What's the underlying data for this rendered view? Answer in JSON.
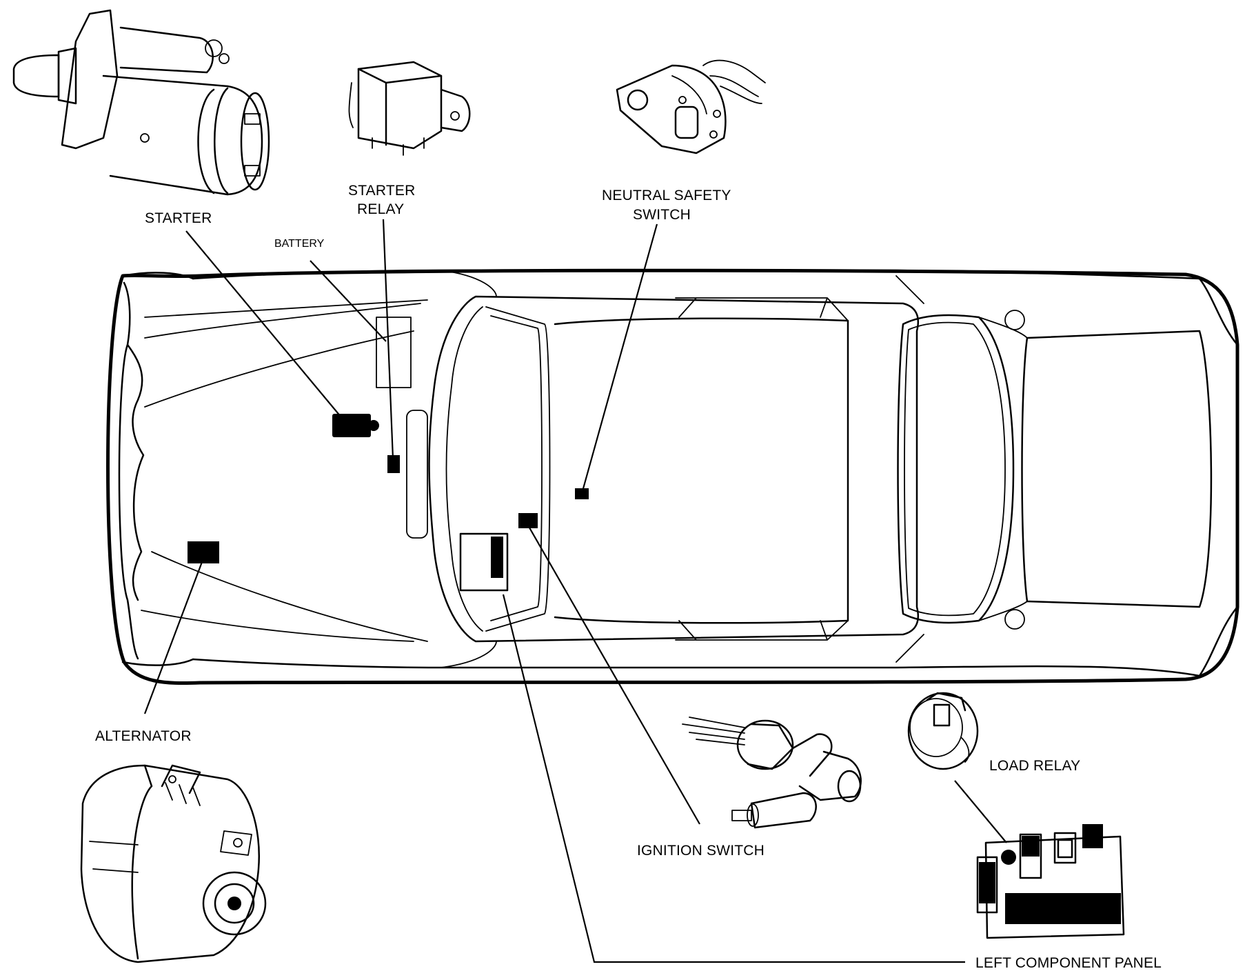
{
  "labels": {
    "starter": "STARTER",
    "starter_relay_1": "STARTER",
    "starter_relay_2": "RELAY",
    "battery": "BATTERY",
    "neutral_safety_1": "NEUTRAL SAFETY",
    "neutral_safety_2": "SWITCH",
    "alternator": "ALTERNATOR",
    "ignition_switch": "IGNITION SWITCH",
    "load_relay": "LOAD RELAY",
    "left_component_panel": "LEFT COMPONENT PANEL"
  },
  "icons": {
    "starter": "starter-motor-icon",
    "starter_relay": "relay-icon",
    "neutral_safety_switch": "neutral-safety-switch-icon",
    "alternator": "alternator-icon",
    "ignition_switch": "ignition-switch-icon",
    "load_relay": "load-relay-icon",
    "left_component_panel": "component-panel-icon"
  },
  "colors": {
    "ink": "#000000",
    "paper": "#ffffff"
  }
}
